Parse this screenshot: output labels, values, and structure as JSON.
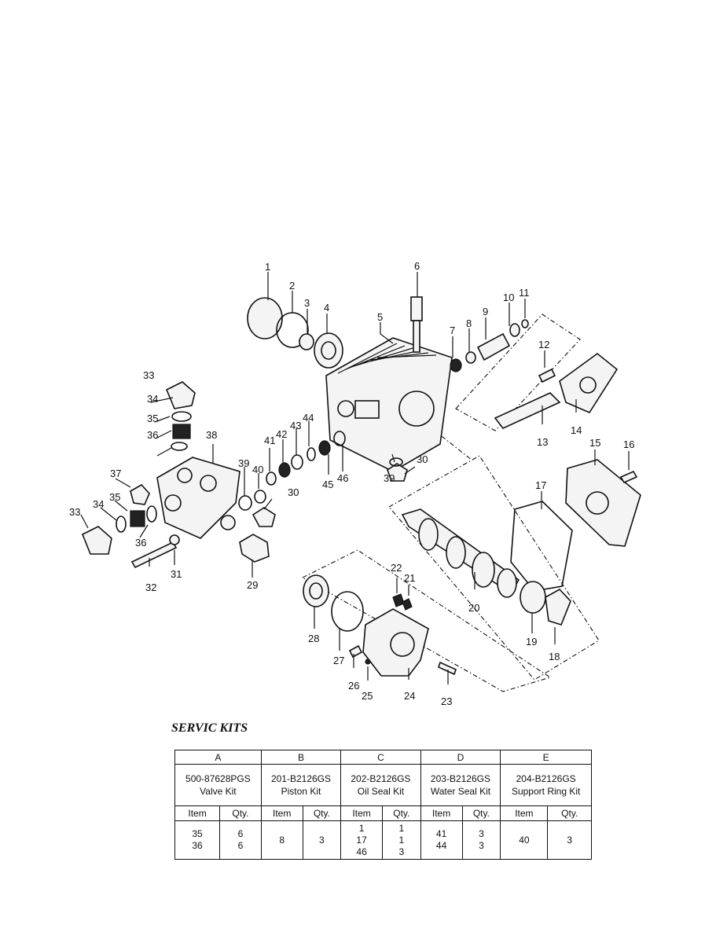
{
  "diagram": {
    "callouts": [
      "1",
      "2",
      "3",
      "4",
      "5",
      "6",
      "7",
      "8",
      "9",
      "10",
      "11",
      "12",
      "13",
      "14",
      "15",
      "16",
      "17",
      "18",
      "19",
      "20",
      "21",
      "22",
      "23",
      "24",
      "25",
      "26",
      "27",
      "28",
      "29",
      "30",
      "30",
      "31",
      "32",
      "33",
      "33",
      "34",
      "34",
      "35",
      "35",
      "36",
      "36",
      "37",
      "38",
      "39",
      "39",
      "40",
      "41",
      "42",
      "43",
      "44",
      "45",
      "46"
    ]
  },
  "kits": {
    "title": "SERVIC KITS",
    "columns": [
      {
        "letter": "A",
        "part": "500-87628PGS",
        "name": "Valve Kit",
        "item_header": "Item",
        "qty_header": "Qty.",
        "items": [
          "35",
          "36"
        ],
        "qtys": [
          "6",
          "6"
        ]
      },
      {
        "letter": "B",
        "part": "201-B2126GS",
        "name": "Piston Kit",
        "item_header": "Item",
        "qty_header": "Qty.",
        "items": [
          "8"
        ],
        "qtys": [
          "3"
        ]
      },
      {
        "letter": "C",
        "part": "202-B2126GS",
        "name": "Oil Seal Kit",
        "item_header": "Item",
        "qty_header": "Qty.",
        "items": [
          "1",
          "17",
          "46"
        ],
        "qtys": [
          "1",
          "1",
          "3"
        ]
      },
      {
        "letter": "D",
        "part": "203-B2126GS",
        "name": "Water Seal Kit",
        "item_header": "Item",
        "qty_header": "Qty.",
        "items": [
          "41",
          "44"
        ],
        "qtys": [
          "3",
          "3"
        ]
      },
      {
        "letter": "E",
        "part": "204-B2126GS",
        "name": "Support Ring Kit",
        "item_header": "Item",
        "qty_header": "Qty.",
        "items": [
          "40"
        ],
        "qtys": [
          "3"
        ]
      }
    ]
  }
}
